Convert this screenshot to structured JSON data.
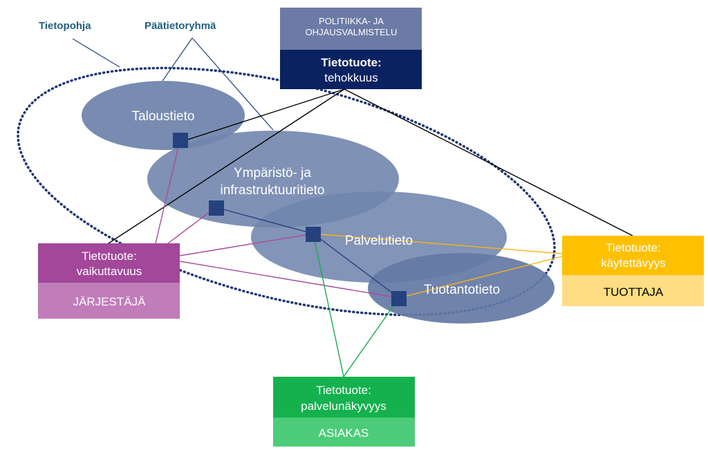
{
  "callouts": {
    "tietopohja": "Tietopohja",
    "paatietoryhma": "Päätietoryhmä"
  },
  "groups": {
    "taloustieto": "Taloustieto",
    "ymparisto_line1": "Ympäristö-  ja",
    "ymparisto_line2": "infrastruktuuritieto",
    "palvelutieto": "Palvelutieto",
    "tuotantotieto": "Tuotantotieto"
  },
  "boxes": {
    "politiikka": {
      "header_line1": "POLITIIKKA- JA",
      "header_line2": "OHJAUSVALMISTELU",
      "product_line1": "Tietotuote:",
      "product_line2": "tehokkuus"
    },
    "jarjestaja": {
      "product_line1": "Tietotuote:",
      "product_line2": "vaikuttavuus",
      "role": "JÄRJESTÄJÄ"
    },
    "tuottaja": {
      "product_line1": "Tietotuote:",
      "product_line2": "käytettävyys",
      "role": "TUOTTAJA"
    },
    "asiakas": {
      "product_line1": "Tietotuote:",
      "product_line2": "palvelunäkyvyys",
      "role": "ASIAKAS"
    }
  },
  "colors": {
    "ellipse": "#7185ad",
    "node": "#24427e",
    "politiikka_header": "#6c7ba6",
    "politiikka_product": "#0b2260",
    "jarjestaja_product": "#a2479a",
    "jarjestaja_role": "#c17cba",
    "tuottaja_product": "#ffc000",
    "tuottaja_role": "#ffdd84",
    "asiakas_product": "#14b14e",
    "asiakas_role": "#4ccc78",
    "line_black": "#000000",
    "line_purple": "#a64d9b",
    "line_yellow": "#f5b519",
    "line_green": "#1aaa4e",
    "line_navy": "#283f80"
  }
}
